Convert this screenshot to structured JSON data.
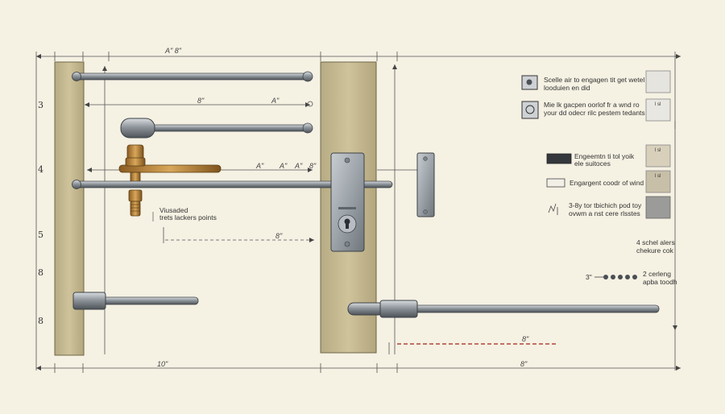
{
  "top_dimension": "A\" 8\"",
  "side_numbers": [
    "3",
    "4",
    "5",
    "8",
    "8"
  ],
  "dimension_labels": {
    "row2_left": "8\"",
    "row2_right": "A\"",
    "row3_a": "A\"",
    "row3_b": "A\"",
    "row3_c": "A\"",
    "row3_d": "8\"",
    "row4_right": "8\"",
    "bottom_left": "10\"",
    "bottom_right": "8\"",
    "lower_red": "8\""
  },
  "annotation_left": [
    "Viusaded",
    "trets lackers points"
  ],
  "legend": {
    "item1": [
      "Scelle air to engagen tit get wetel",
      "looduien en did"
    ],
    "item2": [
      "Mie lk gacpen oorlof fr a wnd ro",
      "your dd odecr rilc pestem tedants"
    ],
    "item3": [
      "Engeemtn ti tol yoik",
      "ele suitoces"
    ],
    "item4": [
      "Engargent coodr of wind"
    ],
    "item5": [
      "3-8y tor tbichich pod toy",
      "ovwm a nst cere rlsstes"
    ],
    "item6": [
      "4 schel alers",
      "chekure cok"
    ],
    "item7_prefix": "3\"",
    "item7": [
      "2 cerleng",
      "apba toodh"
    ],
    "swatch_codes": [
      "",
      "l sl",
      "l sl",
      "l sl",
      "",
      ""
    ]
  },
  "colors": {
    "background": "#f5f1e3",
    "wood": "#c9bd95",
    "metal": "#9aa0a6",
    "brass": "#b8863c",
    "red_dash": "#b0453a"
  }
}
